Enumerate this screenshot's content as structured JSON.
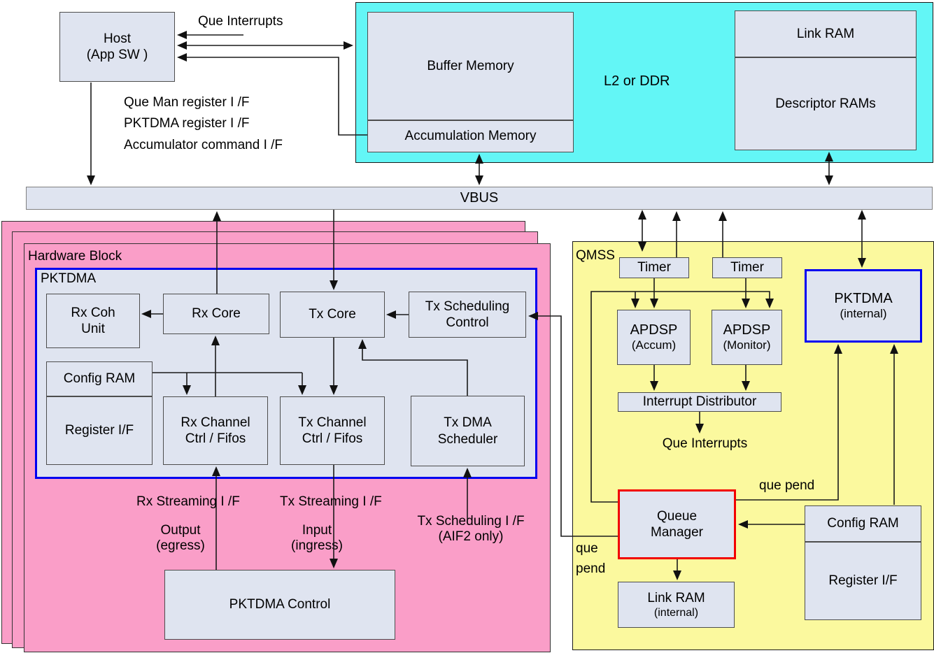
{
  "colors": {
    "cyan": "#63F6F6",
    "pink": "#FA9EC8",
    "yellow": "#FBF99E",
    "boxfill": "#DFE4F0",
    "blue": "#0000F0",
    "red": "#F20000",
    "line": "#1a1a1a"
  },
  "host": {
    "l1": "Host",
    "l2": "(App SW )"
  },
  "labels": {
    "que_interrupts_top": "Que Interrupts",
    "if": [
      "Que Man register I /F",
      "PKTDMA register I /F",
      "Accumulator command I /F"
    ],
    "vbus": "VBUS",
    "hardware_block": "Hardware Block",
    "pktdma": "PKTDMA",
    "qmss": "QMSS",
    "rx_streaming": "Rx Streaming I /F",
    "tx_streaming": "Tx Streaming I /F",
    "output": {
      "l1": "Output",
      "l2": "(egress)"
    },
    "input": {
      "l1": "Input",
      "l2": "(ingress)"
    },
    "tx_sched_if": {
      "l1": "Tx Scheduling I /F",
      "l2": "(AIF2 only)"
    },
    "que_interrupts_qmss": "Que Interrupts",
    "que_pend_top": "que pend",
    "que_pend_left": {
      "l1": "que",
      "l2": "pend"
    }
  },
  "l2": {
    "title": "L2 or DDR",
    "buffer_memory": "Buffer Memory",
    "accumulation_memory": "Accumulation Memory",
    "link_ram": "Link RAM",
    "descriptor_rams": "Descriptor RAMs"
  },
  "hw": {
    "rx_coh": {
      "l1": "Rx Coh",
      "l2": "Unit"
    },
    "rx_core": "Rx Core",
    "tx_core": "Tx Core",
    "tx_sched_ctl": {
      "l1": "Tx Scheduling",
      "l2": "Control"
    },
    "config_ram": "Config RAM",
    "register_if": "Register I/F",
    "rx_channel": {
      "l1": "Rx Channel",
      "l2": "Ctrl / Fifos"
    },
    "tx_channel": {
      "l1": "Tx Channel",
      "l2": "Ctrl / Fifos"
    },
    "tx_dma_sched": {
      "l1": "Tx DMA",
      "l2": "Scheduler"
    },
    "pktdma_control": "PKTDMA Control"
  },
  "qmss": {
    "timer1": "Timer",
    "timer2": "Timer",
    "pktdma_internal": {
      "l1": "PKTDMA",
      "l2": "(internal)"
    },
    "apdsp_accum": {
      "l1": "APDSP",
      "l2": "(Accum)"
    },
    "apdsp_monitor": {
      "l1": "APDSP",
      "l2": "(Monitor)"
    },
    "interrupt_distributor": "Interrupt Distributor",
    "queue_manager": {
      "l1": "Queue",
      "l2": "Manager"
    },
    "link_ram_internal": {
      "l1": "Link RAM",
      "l2": "(internal)"
    },
    "config_ram": "Config RAM",
    "register_if": "Register I/F"
  }
}
